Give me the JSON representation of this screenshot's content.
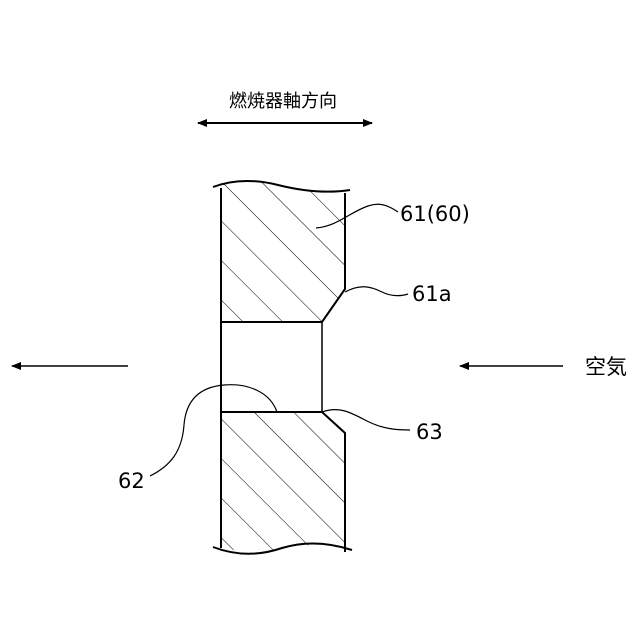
{
  "labels": {
    "axial_direction": "燃焼器軸方向",
    "air": "空気",
    "part_61_60": "61(60)",
    "part_61a": "61a",
    "part_62": "62",
    "part_63": "63"
  }
}
